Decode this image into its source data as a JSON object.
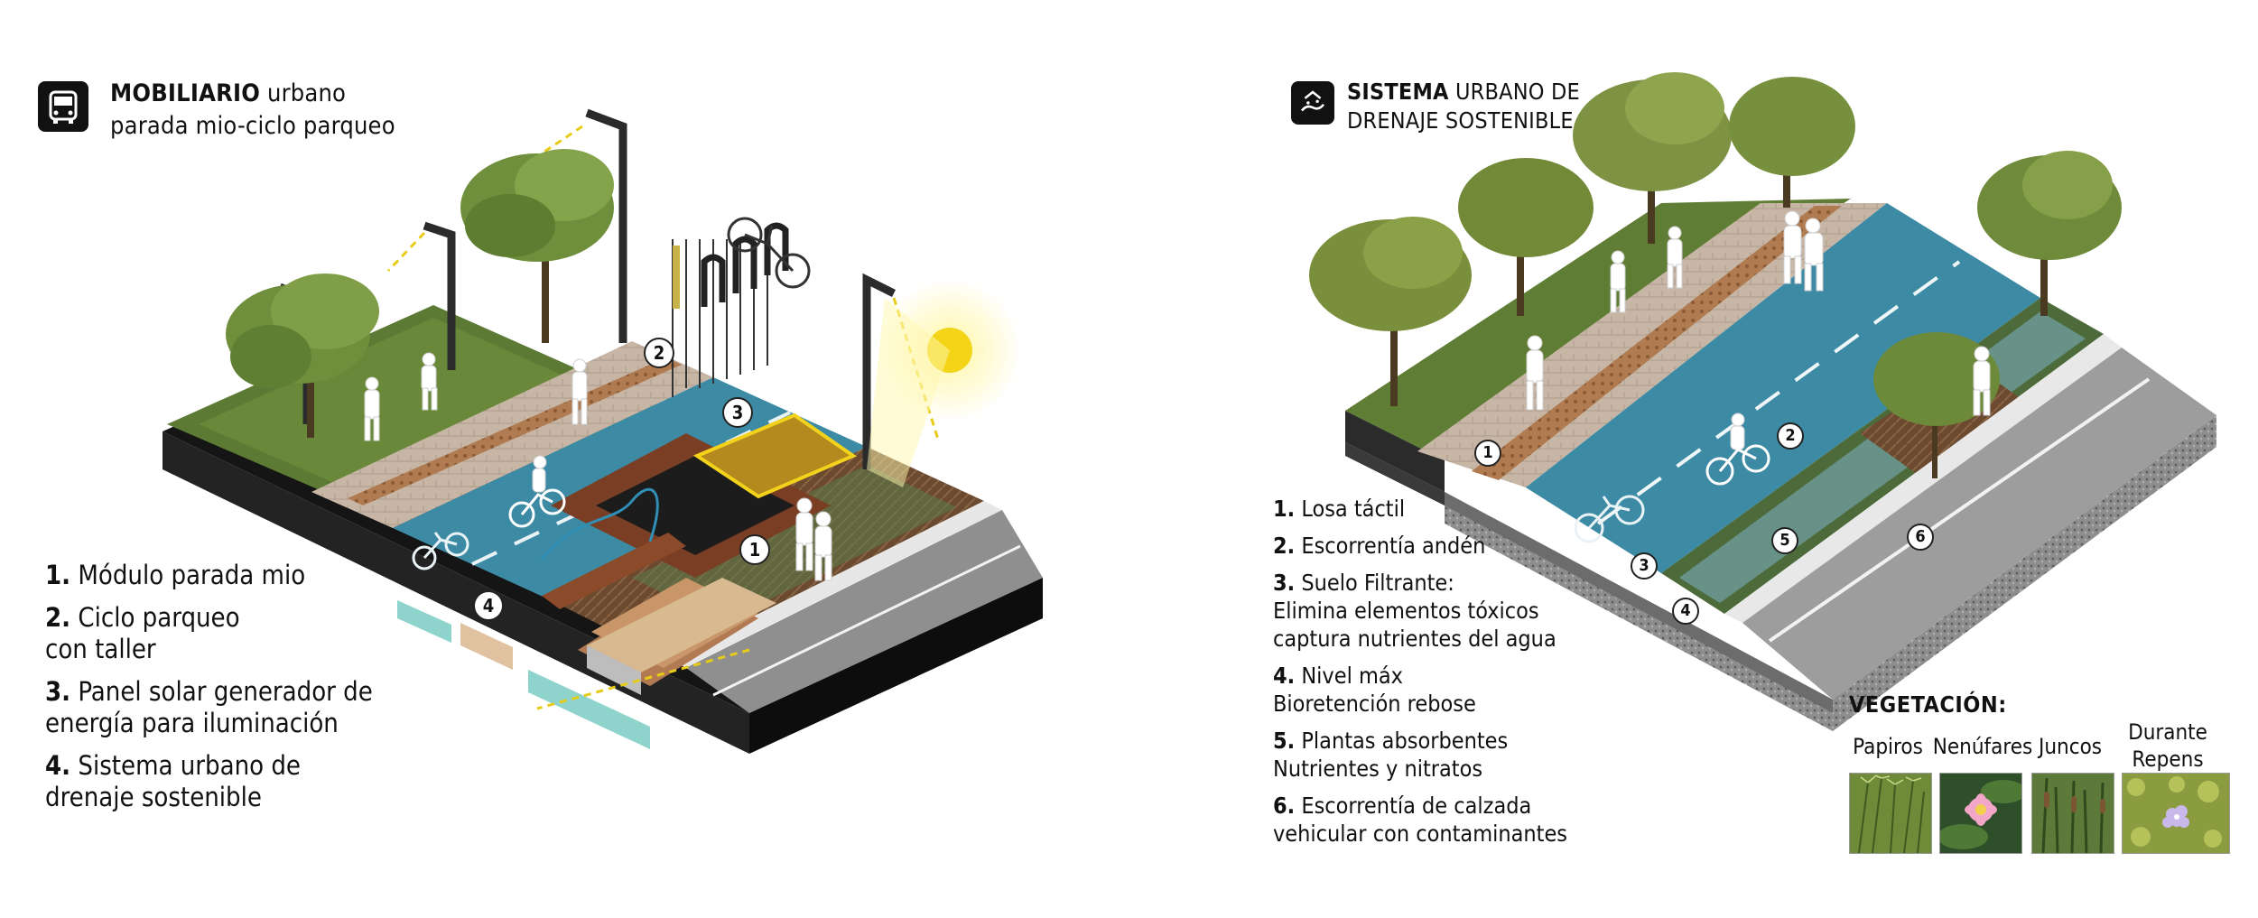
{
  "left_panel": {
    "header": {
      "icon": "bus-icon",
      "title_bold": "MOBILIARIO",
      "title_rest": " urbano",
      "subtitle": "parada mio-ciclo parqueo"
    },
    "legend": [
      {
        "num": "1.",
        "lines": [
          "Módulo parada mio"
        ]
      },
      {
        "num": "2.",
        "lines": [
          "Ciclo parqueo",
          "con taller"
        ]
      },
      {
        "num": "3.",
        "lines": [
          "Panel solar generador de",
          "energía para iluminación"
        ]
      },
      {
        "num": "4.",
        "lines": [
          "Sistema urbano de",
          "drenaje sostenible"
        ]
      }
    ],
    "markers": [
      "1",
      "2",
      "3",
      "4"
    ]
  },
  "right_panel": {
    "header": {
      "icon": "water-drain-icon",
      "title_bold": "SISTEMA",
      "title_rest": " URBANO DE",
      "subtitle": "DRENAJE SOSTENIBLE"
    },
    "legend": [
      {
        "num": "1.",
        "lines": [
          "Losa táctil"
        ]
      },
      {
        "num": "2.",
        "lines": [
          "Escorrentía andén"
        ]
      },
      {
        "num": "3.",
        "lines": [
          "Suelo Filtrante:",
          "Elimina elementos tóxicos",
          "captura nutrientes del agua"
        ]
      },
      {
        "num": "4.",
        "lines": [
          "Nivel máx",
          "Bioretención rebose"
        ]
      },
      {
        "num": "5.",
        "lines": [
          "Plantas absorbentes",
          "Nutrientes y nitratos"
        ]
      },
      {
        "num": "6.",
        "lines": [
          "Escorrentía de calzada",
          "vehicular con contaminantes"
        ]
      }
    ],
    "markers": [
      "1",
      "2",
      "3",
      "4",
      "5",
      "6"
    ],
    "vegetation": {
      "title": "VEGETACIÓN:",
      "items": [
        {
          "label": "Papiros",
          "icon": "papyrus-photo"
        },
        {
          "label": "Nenúfares",
          "icon": "water-lily-photo"
        },
        {
          "label": "Juncos",
          "icon": "rush-photo"
        },
        {
          "label": "Durante Repens",
          "label_lines": [
            "Durante",
            "Repens"
          ],
          "icon": "duranta-photo"
        }
      ]
    }
  },
  "colors": {
    "bike_lane": "#3d8aa5",
    "grass": "#5f7d34",
    "pavers": "#c4b2a3",
    "tactile": "#a97a55",
    "asphalt": "#9a9a9a",
    "base": "#1a1a1a",
    "accent_yellow": "#f2d21b"
  }
}
